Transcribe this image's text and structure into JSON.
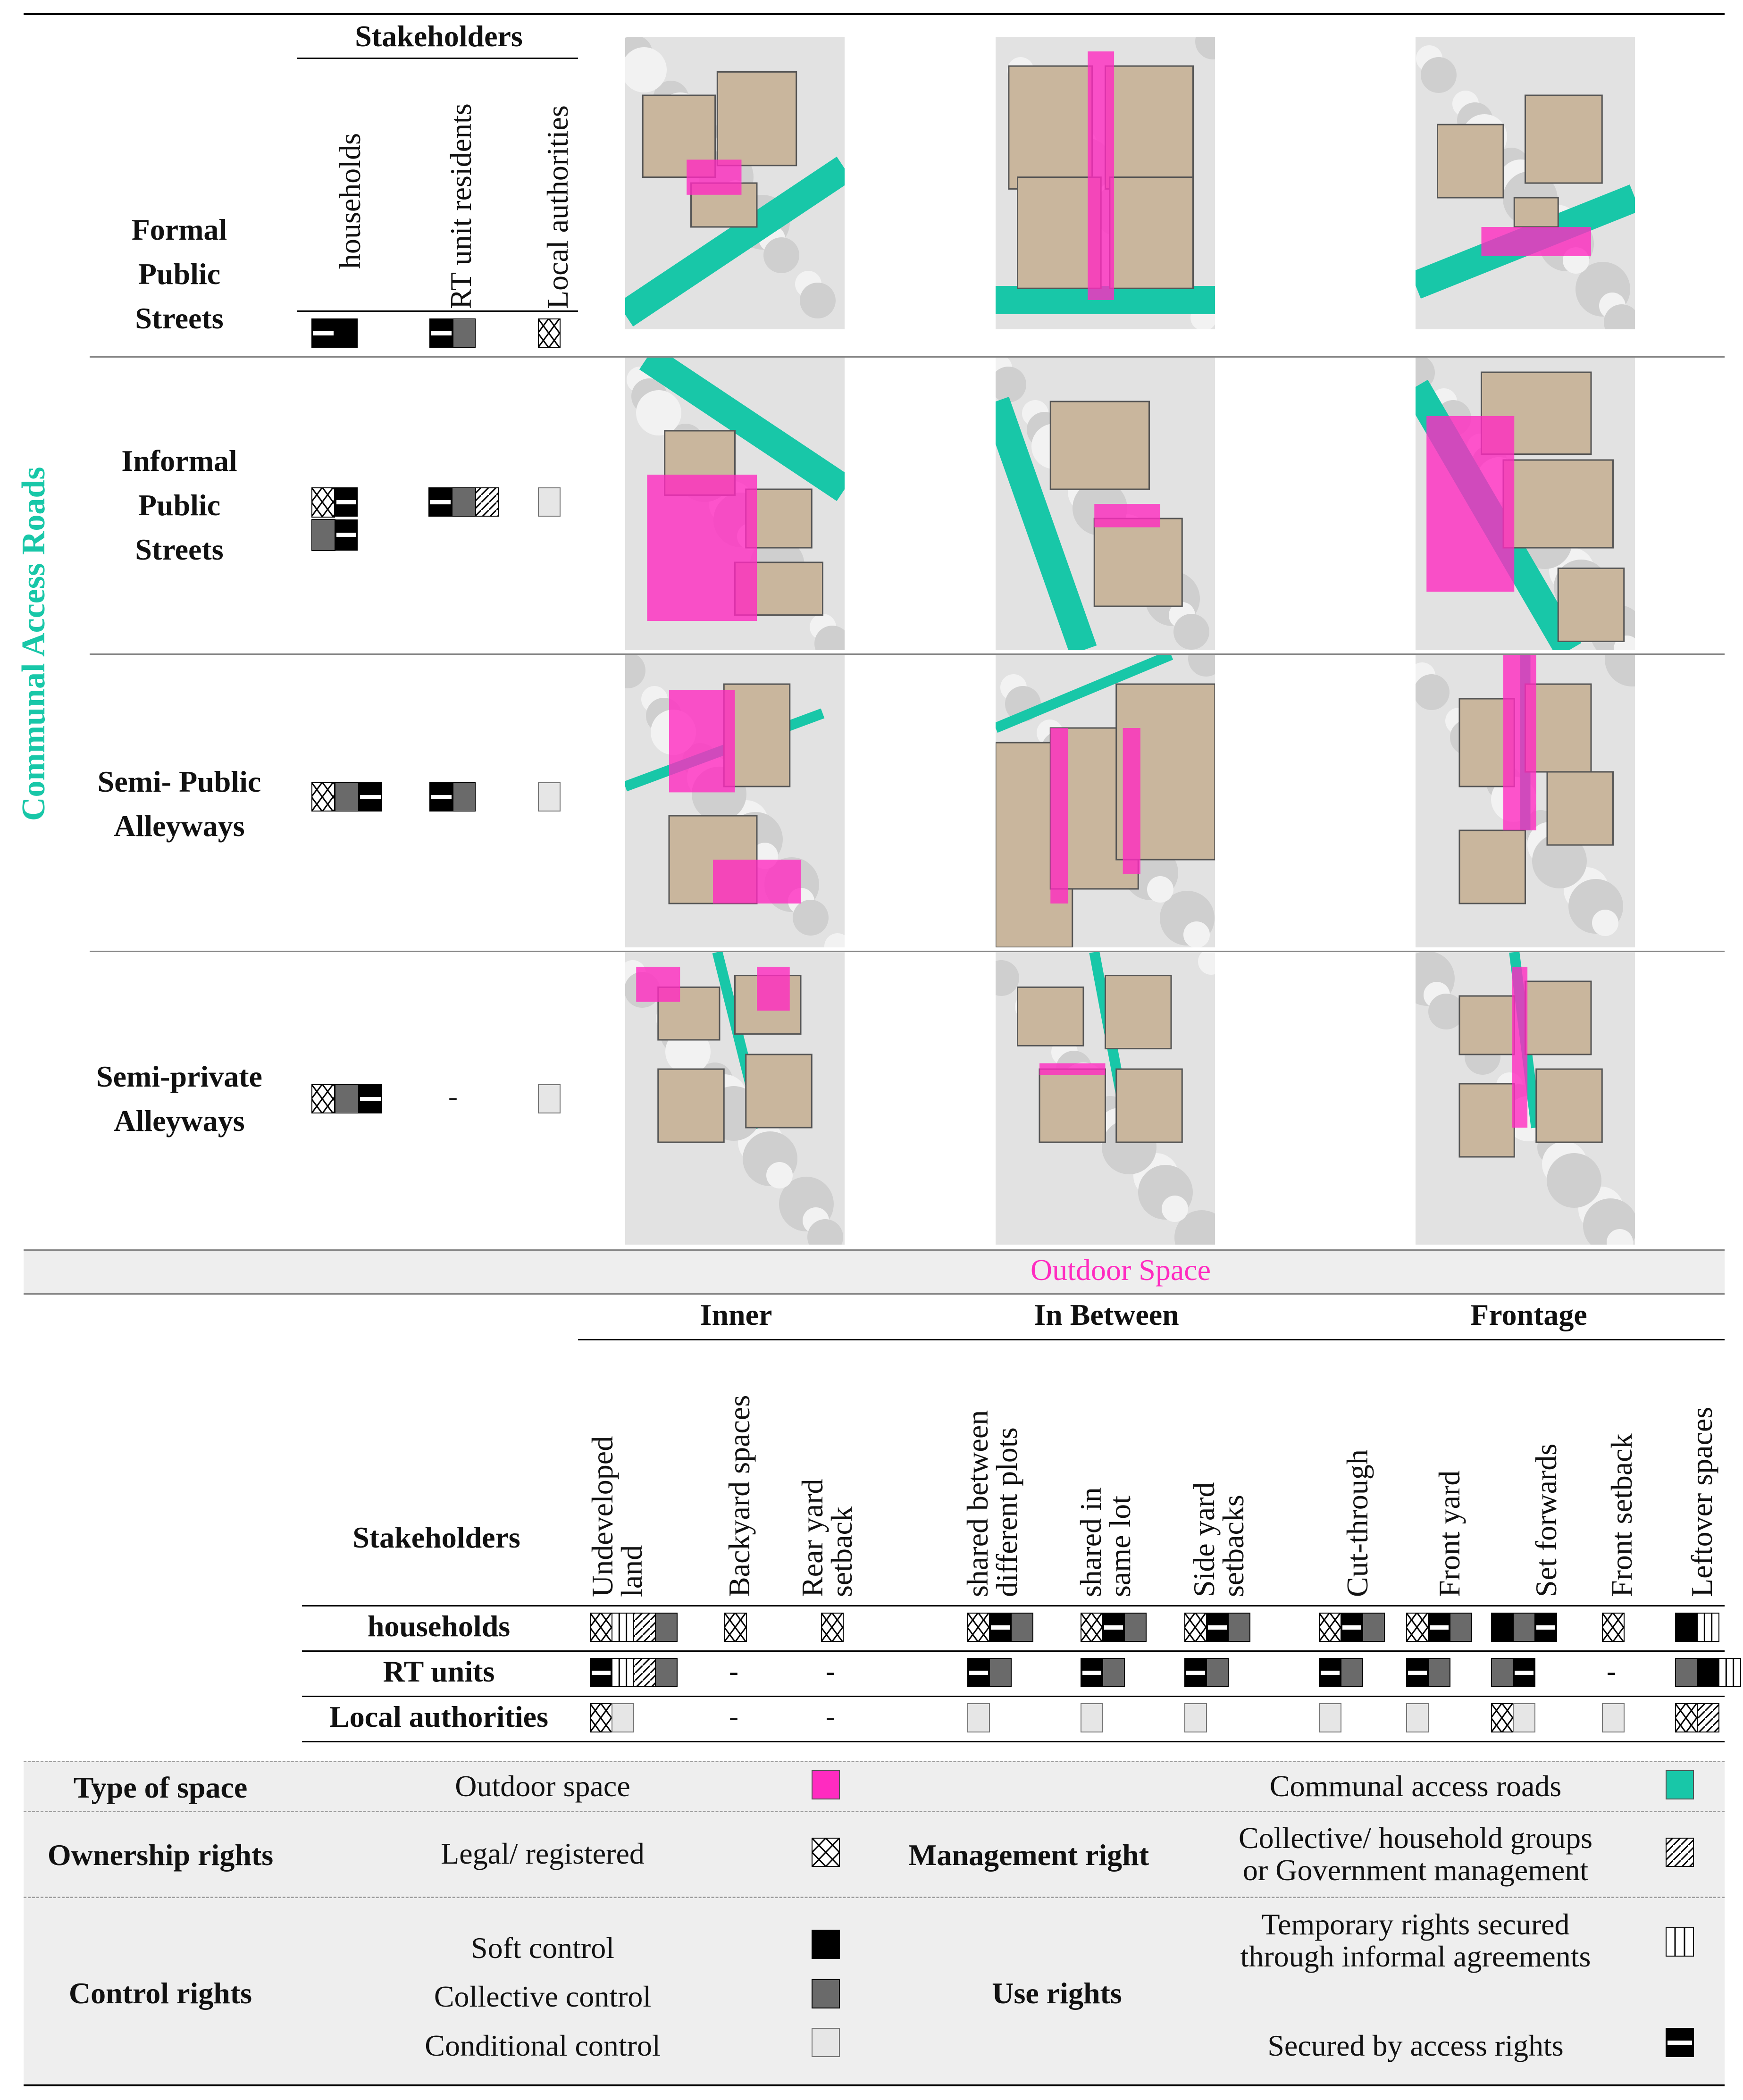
{
  "colors": {
    "outdoor": "#ff2bc0",
    "road": "#18c7a8",
    "soft": "#000000",
    "collective": "#6a6a6a",
    "conditional": "#e6e6e6",
    "building": "#c9b69d",
    "legend_bg": "#eeeeee"
  },
  "side_label": "Communal Access Roads",
  "top": {
    "stakeholders_header": "Stakeholders",
    "columns": [
      "households",
      "RT unit residents",
      "Local authorities"
    ],
    "rows": [
      {
        "label_lines": [
          "Formal",
          "Public",
          "Streets"
        ]
      },
      {
        "label_lines": [
          "Informal",
          "Public",
          "Streets"
        ]
      },
      {
        "label_lines": [
          "Semi- Public",
          "Alleyways"
        ]
      },
      {
        "label_lines": [
          "Semi-private",
          "Alleyways"
        ]
      }
    ],
    "dash": "-"
  },
  "bottom": {
    "outdoor_space": "Outdoor Space",
    "groups": [
      "Inner",
      "In Between",
      "Frontage"
    ],
    "stakeholders_label": "Stakeholders",
    "columns": [
      [
        "Undeveloped",
        "land"
      ],
      [
        "Backyard spaces"
      ],
      [
        "Rear yard",
        "setback"
      ],
      [
        "shared between",
        "different plots"
      ],
      [
        "shared in",
        "same lot"
      ],
      [
        "Side yard",
        "setbacks"
      ],
      [
        "Cut-through"
      ],
      [
        "Front yard"
      ],
      [
        "Set forwards"
      ],
      [
        "Front setback"
      ],
      [
        "Leftover spaces"
      ]
    ],
    "rows": [
      "households",
      "RT units",
      "Local authorities"
    ],
    "dash": "-"
  },
  "legend": {
    "type_of_space": "Type of space",
    "outdoor_space": "Outdoor space",
    "communal_access_roads": "Communal access roads",
    "ownership_rights": "Ownership rights",
    "legal_registered": "Legal/ registered",
    "management_right": "Management right",
    "collective_mgmt_line1": "Collective/ household groups",
    "collective_mgmt_line2": "or Government management",
    "control_rights": "Control rights",
    "soft_control": "Soft control",
    "collective_control": "Collective control",
    "conditional_control": "Conditional control",
    "use_rights": "Use rights",
    "temporary_line1": "Temporary rights secured",
    "temporary_line2": "through informal agreements",
    "secured_access": "Secured by access rights"
  }
}
